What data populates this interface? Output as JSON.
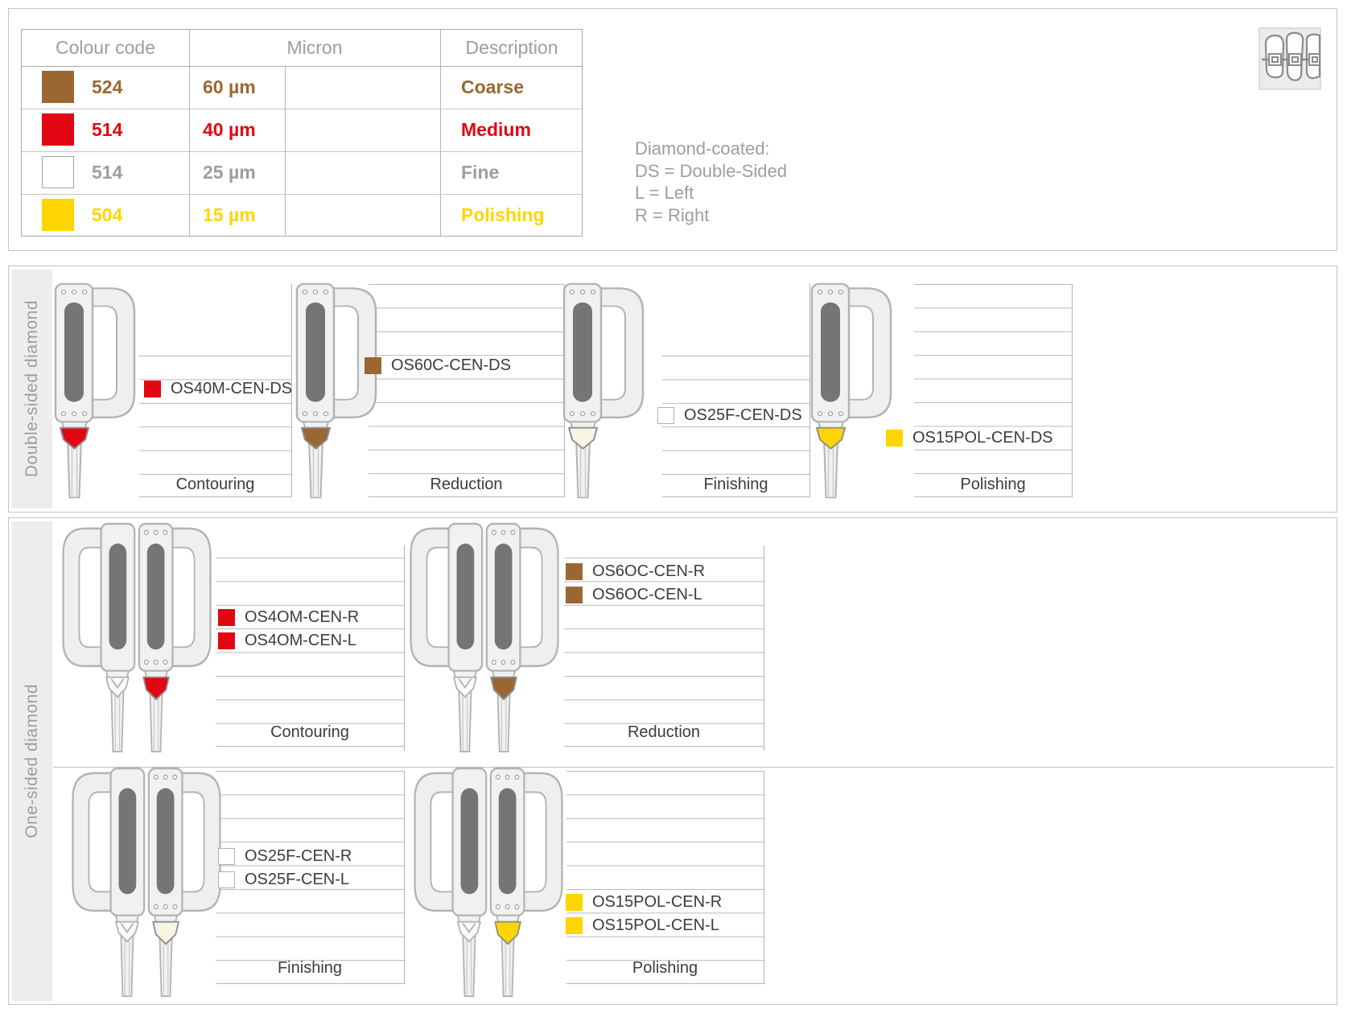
{
  "legend_table": {
    "headers": {
      "colour_code": "Colour code",
      "micron": "Micron",
      "description": "Description"
    },
    "rows": [
      {
        "code": "524",
        "micron": "60 µm",
        "description": "Coarse",
        "swatch_color": "#9a6733",
        "text_color": "#9a6733"
      },
      {
        "code": "514",
        "micron": "40 µm",
        "description": "Medium",
        "swatch_color": "#e30613",
        "text_color": "#e30613"
      },
      {
        "code": "514",
        "micron": "25 µm",
        "description": "Fine",
        "swatch_color": "#ffffff",
        "text_color": "#9d9d9c"
      },
      {
        "code": "504",
        "micron": "15 µm",
        "description": "Polishing",
        "swatch_color": "#ffd500",
        "text_color": "#ffd500"
      }
    ]
  },
  "legend_notes": {
    "title": "Diamond-coated:",
    "abbreviations": [
      "DS = Double-Sided",
      "L = Left",
      "R = Right"
    ]
  },
  "icons": {
    "braces_icon": "teeth-with-braces"
  },
  "sections": {
    "double_sided": {
      "label": "Double-sided diamond",
      "panels": [
        {
          "category": "Contouring",
          "marker_color": "#e30613",
          "products": [
            {
              "code": "OS40M-CEN-DS",
              "swatch_color": "#e30613"
            }
          ]
        },
        {
          "category": "Reduction",
          "marker_color": "#9a6733",
          "products": [
            {
              "code": "OS60C-CEN-DS",
              "swatch_color": "#9a6733"
            }
          ]
        },
        {
          "category": "Finishing",
          "marker_color": "#f8f4e3",
          "products": [
            {
              "code": "OS25F-CEN-DS",
              "swatch_color": "#ffffff"
            }
          ]
        },
        {
          "category": "Polishing",
          "marker_color": "#ffd500",
          "products": [
            {
              "code": "OS15POL-CEN-DS",
              "swatch_color": "#ffd500"
            }
          ]
        }
      ]
    },
    "one_sided": {
      "label": "One-sided diamond",
      "panels": [
        {
          "category": "Contouring",
          "marker_color": "#e30613",
          "products": [
            {
              "code": "OS4OM-CEN-R",
              "swatch_color": "#e30613"
            },
            {
              "code": "OS4OM-CEN-L",
              "swatch_color": "#e30613"
            }
          ]
        },
        {
          "category": "Reduction",
          "marker_color": "#9a6733",
          "products": [
            {
              "code": "OS6OC-CEN-R",
              "swatch_color": "#9a6733"
            },
            {
              "code": "OS6OC-CEN-L",
              "swatch_color": "#9a6733"
            }
          ]
        },
        {
          "category": "Finishing",
          "marker_color": "#f8f4e3",
          "products": [
            {
              "code": "OS25F-CEN-R",
              "swatch_color": "#ffffff"
            },
            {
              "code": "OS25F-CEN-L",
              "swatch_color": "#ffffff"
            }
          ]
        },
        {
          "category": "Polishing",
          "marker_color": "#ffd500",
          "products": [
            {
              "code": "OS15POL-CEN-R",
              "swatch_color": "#ffd500"
            },
            {
              "code": "OS15POL-CEN-L",
              "swatch_color": "#ffd500"
            }
          ]
        }
      ]
    }
  }
}
